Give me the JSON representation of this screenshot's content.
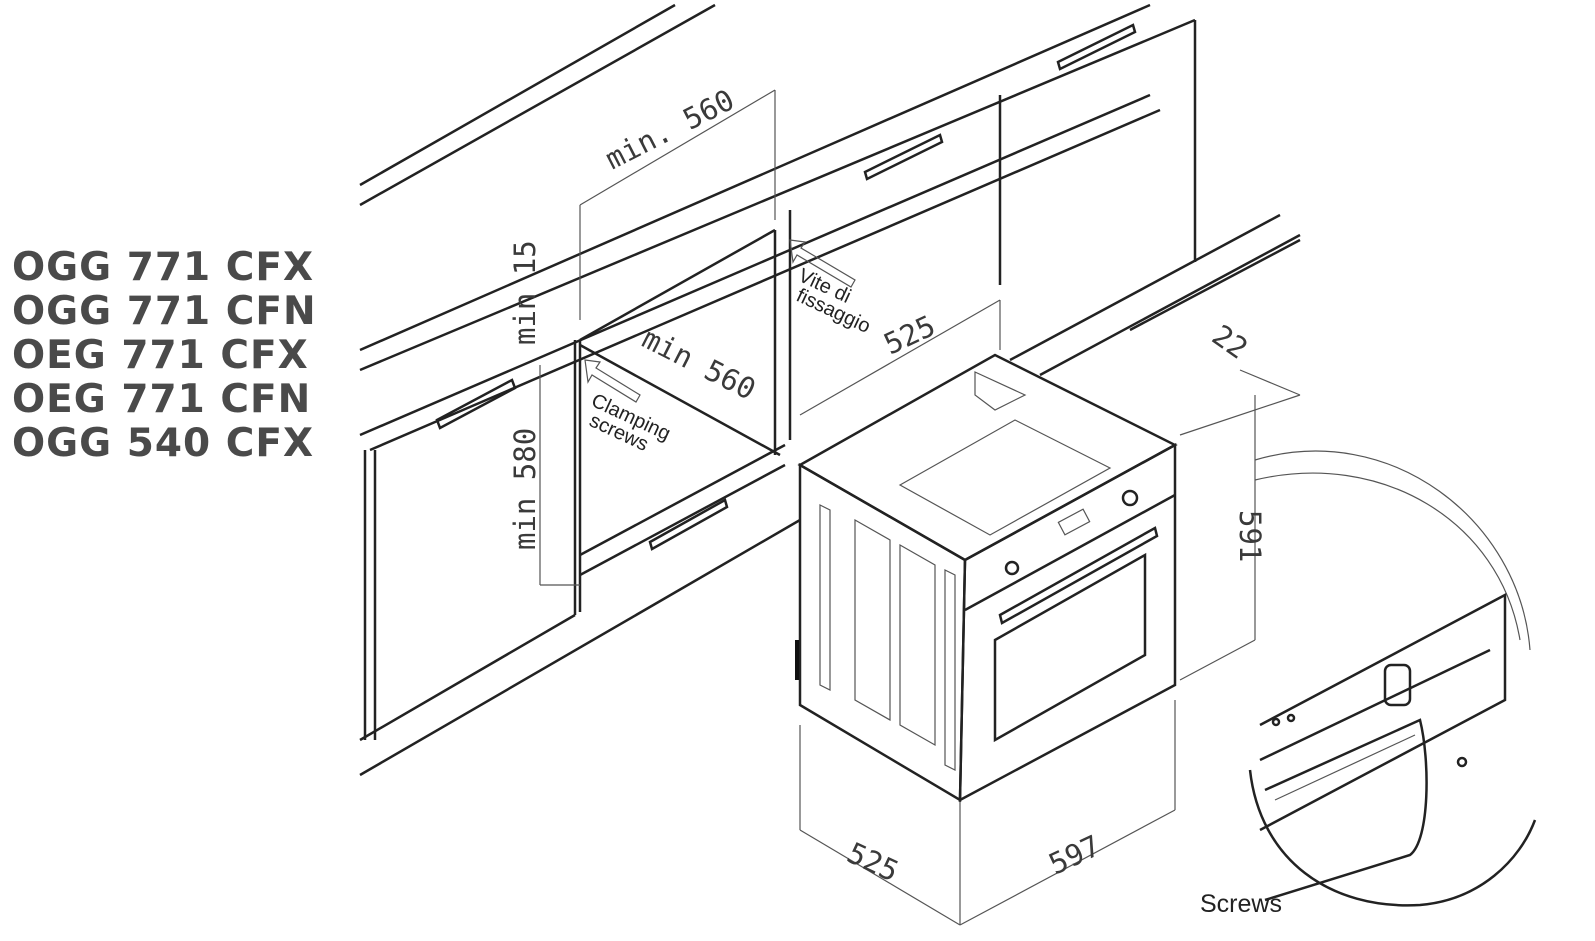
{
  "models": [
    "OGG 771 CFX",
    "OGG 771 CFN",
    "OEG 771 CFX",
    "OEG 771 CFN",
    "OGG 540 CFX"
  ],
  "dimensions": {
    "upper_min_width": "min. 560",
    "min_gap": "min 15",
    "niche_width": "min 560",
    "niche_height": "min 580",
    "oven_depth_top": "525",
    "oven_offset": "22",
    "oven_height": "591",
    "oven_depth_bottom": "525",
    "oven_width": "597"
  },
  "notes": {
    "vite_line1": "Vite di",
    "vite_line2": "fissaggio",
    "clamping_line1": "Clamping",
    "clamping_line2": "screws",
    "screws": "Screws"
  }
}
